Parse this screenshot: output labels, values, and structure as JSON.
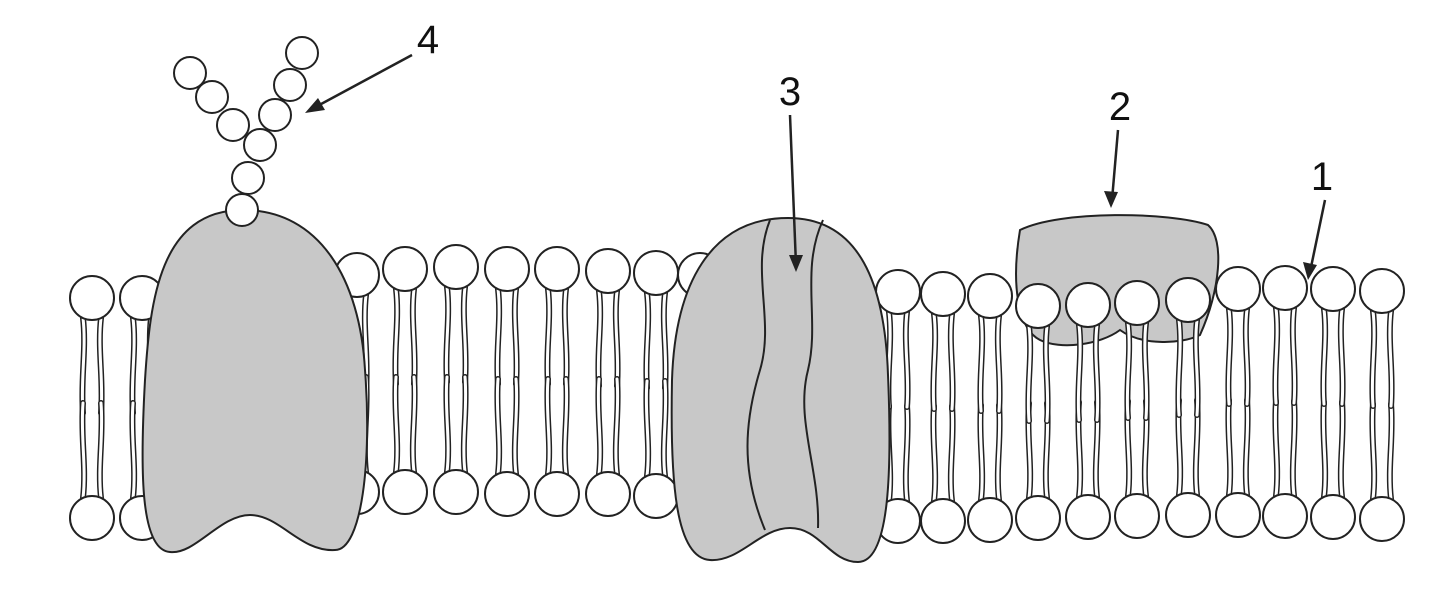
{
  "labels": {
    "l1": "1",
    "l2": "2",
    "l3": "3",
    "l4": "4"
  },
  "colors": {
    "protein_fill": "#c8c8c8",
    "stroke": "#222222",
    "head_fill": "#ffffff",
    "background": "#ffffff"
  }
}
